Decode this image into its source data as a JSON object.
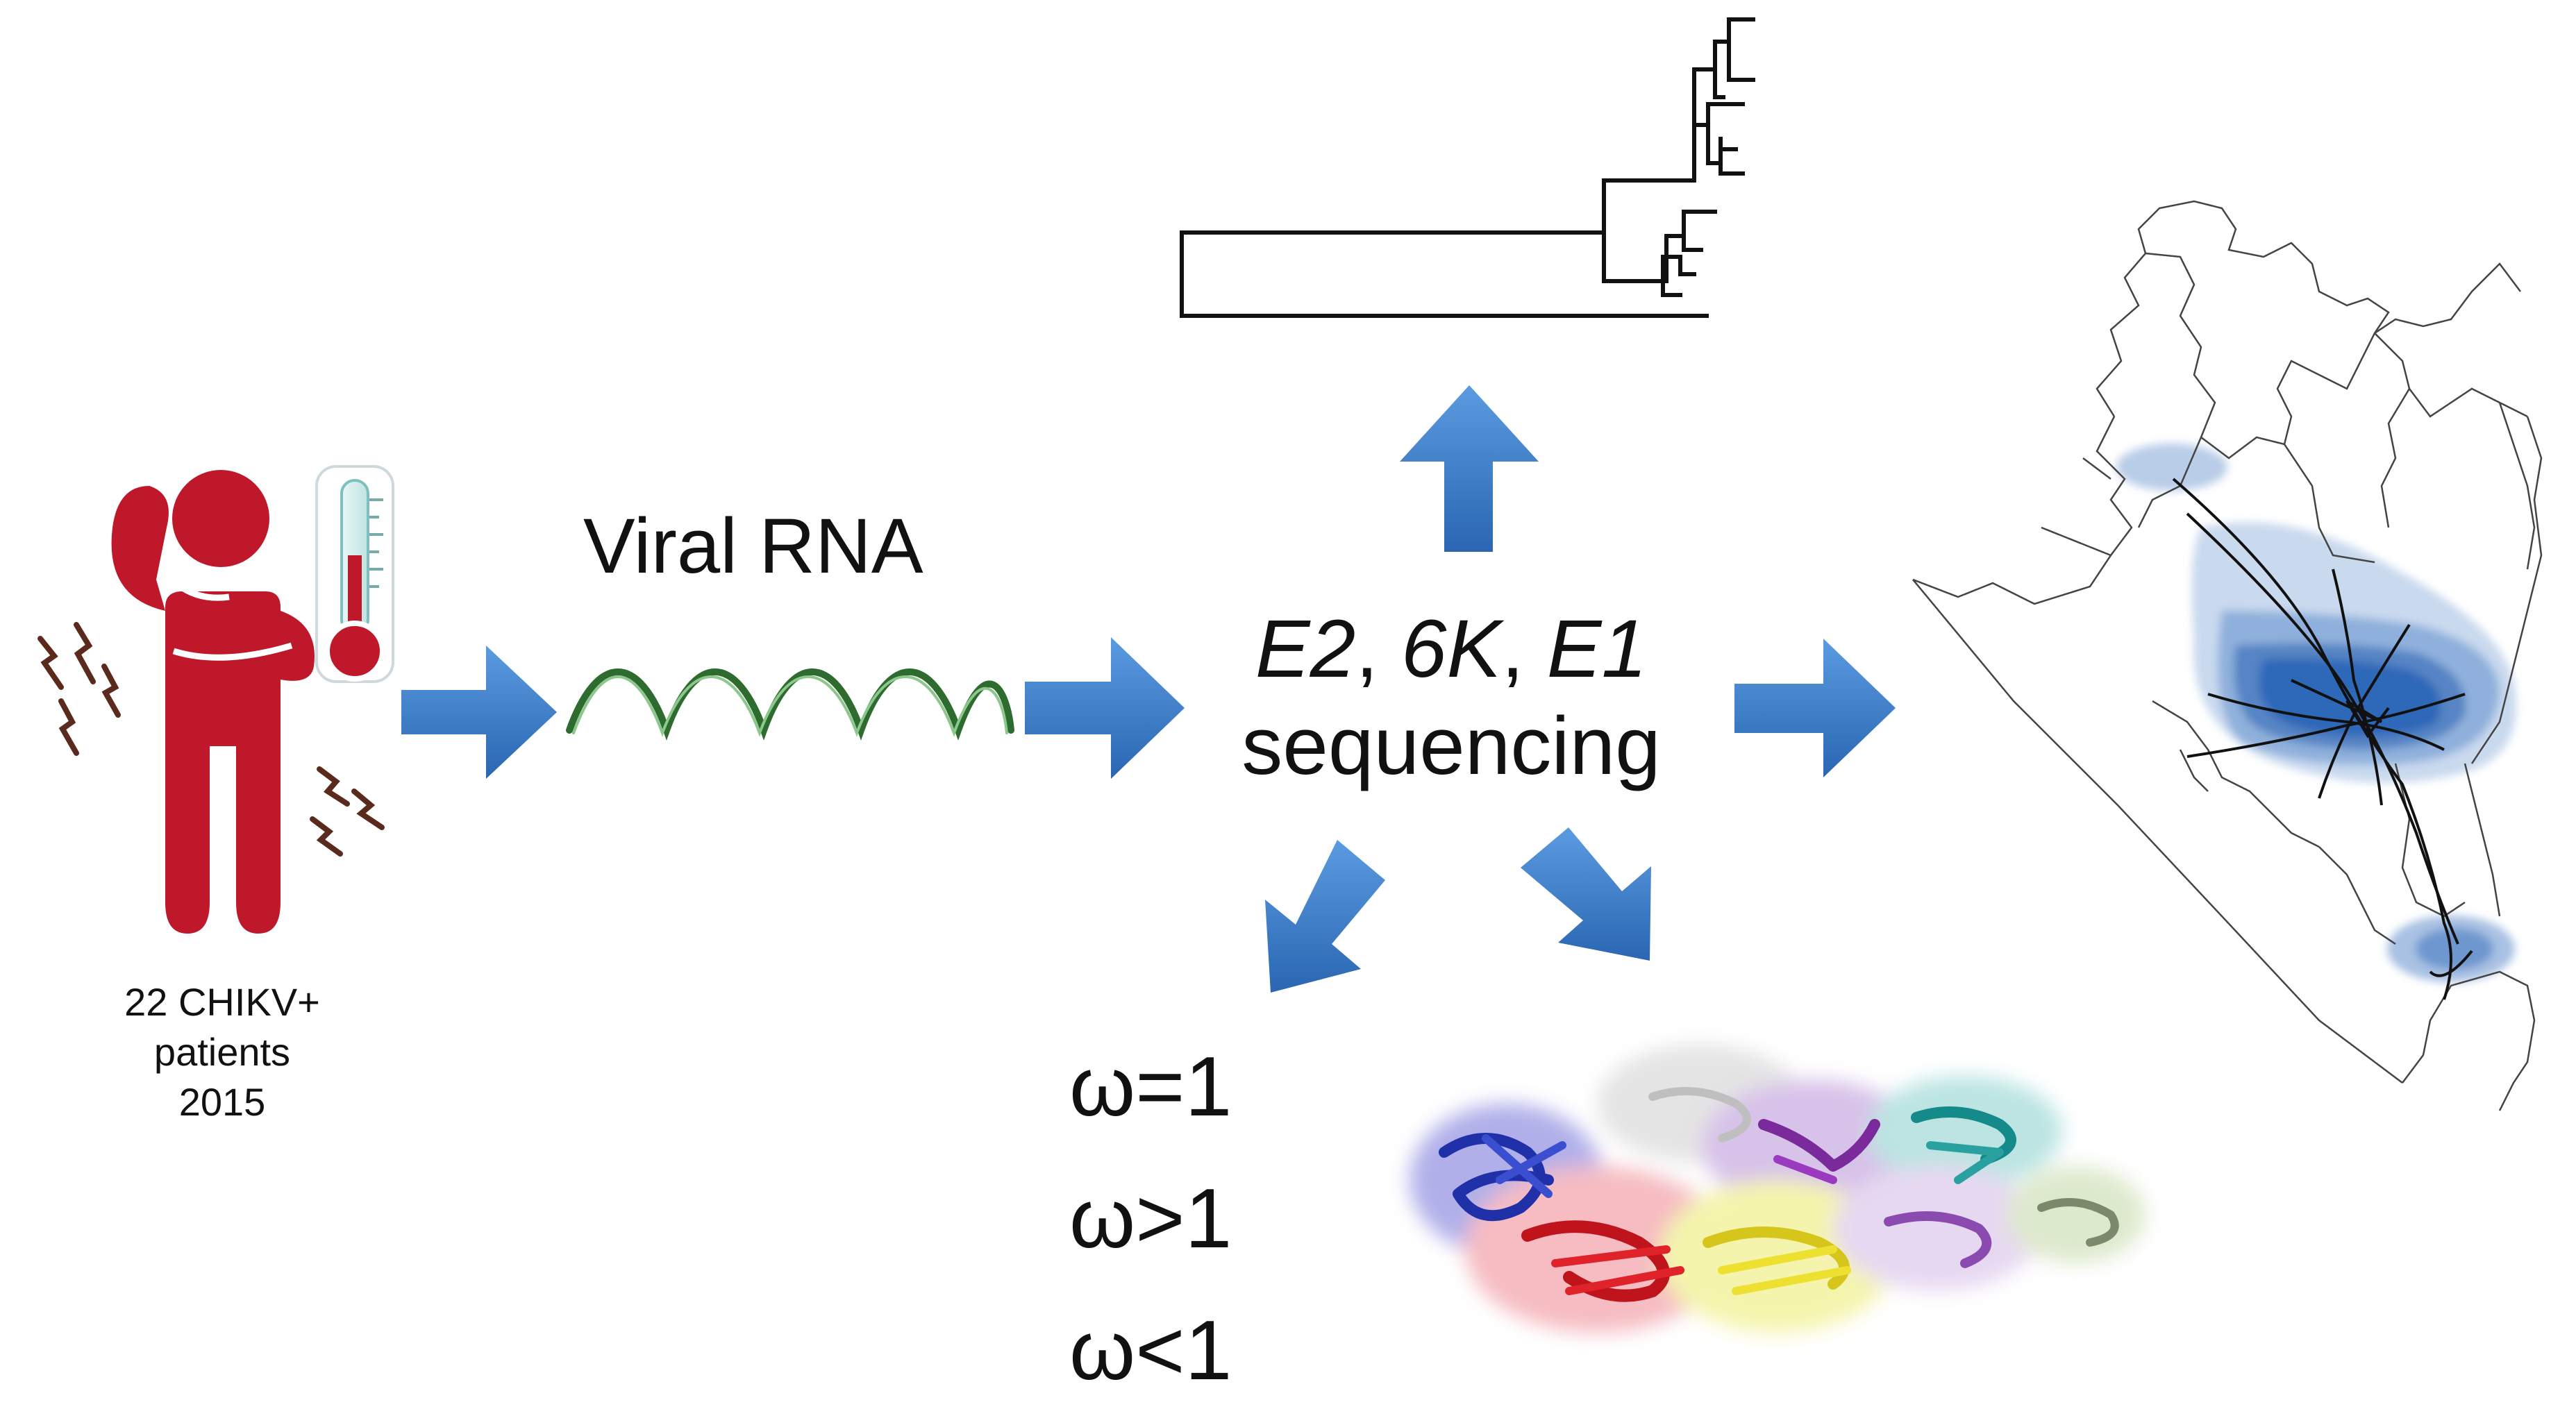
{
  "patients": {
    "count_label": "22 CHIKV+",
    "noun": "patients",
    "year": "2015"
  },
  "rna": {
    "label": "Viral RNA"
  },
  "sequencing": {
    "gene1": "E2",
    "gene2": "6K",
    "gene3": "E1",
    "sep": ", ",
    "method": "sequencing"
  },
  "selection": {
    "neutral": "ω=1",
    "positive": "ω>1",
    "purifying": "ω<1"
  },
  "colors": {
    "figure_red": "#C0182B",
    "arrow_blue": "#3A7CC8",
    "helix_green": "#2E6B2E",
    "density_blue": "#2F68B8"
  },
  "icons": {
    "patient": "person-in-pain-icon",
    "thermometer": "thermometer-icon",
    "tree": "phylogenetic-tree-icon",
    "map": "spatial-density-map-icon",
    "protein": "protein-structure-icon"
  }
}
